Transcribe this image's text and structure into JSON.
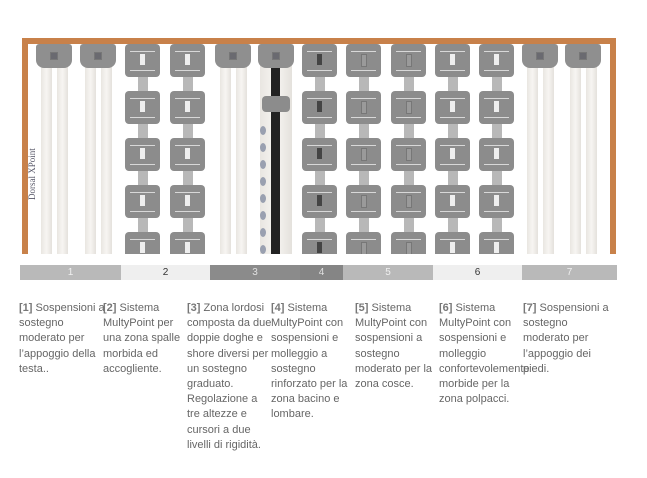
{
  "brand": "Dorsal XPoint",
  "slats": [
    "plain",
    "plain",
    "multi",
    "multi",
    "plain",
    "lordosi",
    "multi-dark",
    "multi-mid",
    "multi-mid",
    "multi",
    "multi",
    "plain",
    "plain"
  ],
  "zones": [
    {
      "label": "1",
      "color": "#b9b9b9",
      "text": "#f0f0f0"
    },
    {
      "label": "2",
      "color": "#efefef",
      "text": "#333333"
    },
    {
      "label": "3",
      "color": "#8b8b8b",
      "text": "#e0e0e0"
    },
    {
      "label": "4",
      "color": "#858585",
      "text": "#e0e0e0"
    },
    {
      "label": "5",
      "color": "#b9b9b9",
      "text": "#f0f0f0"
    },
    {
      "label": "6",
      "color": "#efefef",
      "text": "#333333"
    },
    {
      "label": "7",
      "color": "#b9b9b9",
      "text": "#f0f0f0"
    }
  ],
  "descriptions": [
    {
      "num": "[1]",
      "text": "Sospensioni a sostegno moderato per l’appoggio della testa.."
    },
    {
      "num": "[2]",
      "text": "Sistema MultyPoint per una zona spalle morbida ed accogliente."
    },
    {
      "num": "[3]",
      "text": "Zona lordosi composta da due doppie doghe e shore diversi per un sostegno graduato. Regolazione a tre altezze e cursori a due livelli di rigidità."
    },
    {
      "num": "[4]",
      "text": "Sistema MultyPoint con sospensioni e molleggio a sostegno rinforzato per la zona bacino e lombare."
    },
    {
      "num": "[5]",
      "text": "Sistema MultyPoint con sospensioni a sostegno moderato per la zona cosce."
    },
    {
      "num": "[6]",
      "text": "Sistema MultyPoint con sospensioni e molleggio confortevolemente morbide per la zona polpacci."
    },
    {
      "num": "[7]",
      "text": "Sospensioni a sostegno moderato per l’appoggio dei piedi."
    }
  ]
}
